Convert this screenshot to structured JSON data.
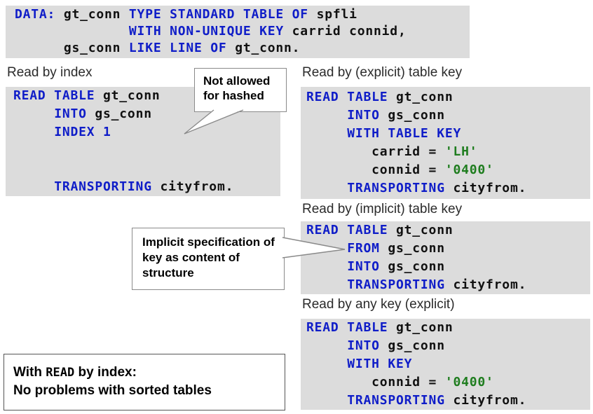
{
  "colors": {
    "keyword_blue": "#0f1dc8",
    "identifier_black": "#111111",
    "string_green": "#1f7d1f",
    "code_background": "#dcdcdc",
    "page_background": "#ffffff"
  },
  "declaration_block": {
    "lines": [
      [
        {
          "t": "DATA:",
          "c": "k"
        },
        {
          "t": " gt_conn ",
          "c": "i"
        },
        {
          "t": "TYPE STANDARD TABLE OF",
          "c": "k"
        },
        {
          "t": " spfli",
          "c": "i"
        }
      ],
      [
        {
          "t": "              ",
          "c": "i"
        },
        {
          "t": "WITH NON-UNIQUE KEY",
          "c": "k"
        },
        {
          "t": " carrid connid,",
          "c": "i"
        }
      ],
      [
        {
          "t": "      gs_conn ",
          "c": "i"
        },
        {
          "t": "LIKE LINE OF",
          "c": "k"
        },
        {
          "t": " gt_conn.",
          "c": "i"
        }
      ]
    ]
  },
  "sections": {
    "read_by_index": {
      "label": "Read by index",
      "code": {
        "lines": [
          [
            {
              "t": "READ TABLE",
              "c": "k"
            },
            {
              "t": " gt_conn",
              "c": "i"
            }
          ],
          [
            {
              "t": "     ",
              "c": "i"
            },
            {
              "t": "INTO",
              "c": "k"
            },
            {
              "t": " gs_conn",
              "c": "i"
            }
          ],
          [
            {
              "t": "     ",
              "c": "i"
            },
            {
              "t": "INDEX 1",
              "c": "k"
            }
          ],
          [
            {
              "t": " ",
              "c": "i"
            }
          ],
          [
            {
              "t": " ",
              "c": "i"
            }
          ],
          [
            {
              "t": "     ",
              "c": "i"
            },
            {
              "t": "TRANSPORTING",
              "c": "k"
            },
            {
              "t": " cityfrom.",
              "c": "i"
            }
          ]
        ]
      }
    },
    "read_by_explicit": {
      "label": "Read by (explicit) table key",
      "code": {
        "lines": [
          [
            {
              "t": "READ TABLE",
              "c": "k"
            },
            {
              "t": " gt_conn",
              "c": "i"
            }
          ],
          [
            {
              "t": "     ",
              "c": "i"
            },
            {
              "t": "INTO",
              "c": "k"
            },
            {
              "t": " gs_conn",
              "c": "i"
            }
          ],
          [
            {
              "t": "     ",
              "c": "i"
            },
            {
              "t": "WITH TABLE KEY",
              "c": "k"
            }
          ],
          [
            {
              "t": "        carrid = ",
              "c": "i"
            },
            {
              "t": "'LH'",
              "c": "s"
            }
          ],
          [
            {
              "t": "        connid = ",
              "c": "i"
            },
            {
              "t": "'0400'",
              "c": "s"
            }
          ],
          [
            {
              "t": "     ",
              "c": "i"
            },
            {
              "t": "TRANSPORTING",
              "c": "k"
            },
            {
              "t": " cityfrom.",
              "c": "i"
            }
          ]
        ]
      }
    },
    "read_by_implicit": {
      "label": "Read by (implicit) table key",
      "code": {
        "lines": [
          [
            {
              "t": "READ TABLE",
              "c": "k"
            },
            {
              "t": " gt_conn",
              "c": "i"
            }
          ],
          [
            {
              "t": "     ",
              "c": "i"
            },
            {
              "t": "FROM",
              "c": "k"
            },
            {
              "t": " gs_conn",
              "c": "i"
            }
          ],
          [
            {
              "t": "     ",
              "c": "i"
            },
            {
              "t": "INTO",
              "c": "k"
            },
            {
              "t": " gs_conn",
              "c": "i"
            }
          ],
          [
            {
              "t": "     ",
              "c": "i"
            },
            {
              "t": "TRANSPORTING",
              "c": "k"
            },
            {
              "t": " cityfrom.",
              "c": "i"
            }
          ]
        ]
      }
    },
    "read_by_any": {
      "label": "Read by any key (explicit)",
      "code": {
        "lines": [
          [
            {
              "t": "READ TABLE",
              "c": "k"
            },
            {
              "t": " gt_conn",
              "c": "i"
            }
          ],
          [
            {
              "t": "     ",
              "c": "i"
            },
            {
              "t": "INTO",
              "c": "k"
            },
            {
              "t": " gs_conn",
              "c": "i"
            }
          ],
          [
            {
              "t": "     ",
              "c": "i"
            },
            {
              "t": "WITH KEY",
              "c": "k"
            }
          ],
          [
            {
              "t": "        connid = ",
              "c": "i"
            },
            {
              "t": "'0400'",
              "c": "s"
            }
          ],
          [
            {
              "t": "     ",
              "c": "i"
            },
            {
              "t": "TRANSPORTING",
              "c": "k"
            },
            {
              "t": " cityfrom.",
              "c": "i"
            }
          ]
        ]
      }
    }
  },
  "callouts": {
    "not_allowed": {
      "text": "Not allowed for hashed"
    },
    "implicit_spec": {
      "text": "Implicit specification of key as content of structure"
    }
  },
  "note_box": {
    "lines": [
      [
        {
          "t": "With ",
          "c": "w"
        },
        {
          "t": "READ",
          "c": "m"
        },
        {
          "t": " by index:",
          "c": "w"
        }
      ],
      [
        {
          "t": "No problems with sorted tables",
          "c": "w"
        }
      ]
    ]
  }
}
